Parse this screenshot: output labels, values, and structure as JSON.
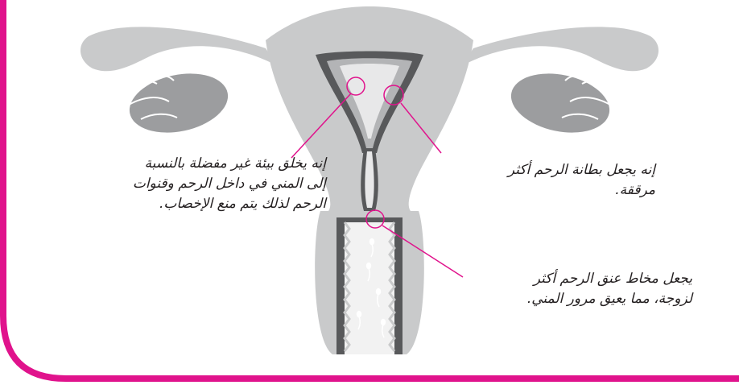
{
  "colors": {
    "frame": "#e0138c",
    "pointer": "#e0138c",
    "tissue_light": "#c9cacb",
    "tissue_mid": "#9c9d9f",
    "tissue_dark": "#58595b",
    "text": "#231f20"
  },
  "annotations": {
    "hostile_environment": {
      "lines": [
        "إنه يخلق بيئة غير مفضلة بالنسبة",
        "إلى المني في داخل الرحم وقنوات",
        "الرحم لذلك يتم منع الإخصاب."
      ]
    },
    "thin_lining": {
      "lines": [
        "إنه يجعل بطانة الرحم أكثر",
        "مرققة."
      ]
    },
    "thick_mucus": {
      "lines": [
        "يجعل مخاط عنق الرحم أكثر",
        "لزوجة، مما يعيق مرور المني."
      ]
    }
  }
}
